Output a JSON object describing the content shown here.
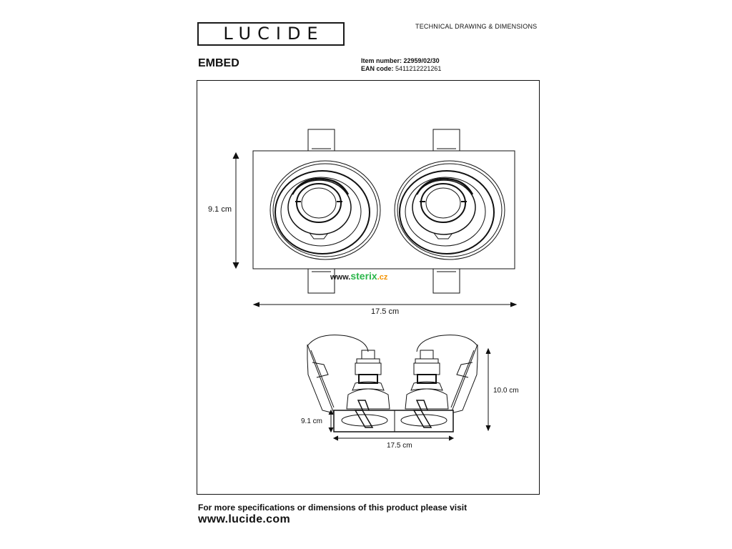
{
  "header": {
    "logo_text": "LUCIDE",
    "document_title": "TECHNICAL DRAWING & DIMENSIONS"
  },
  "product": {
    "name": "EMBED",
    "item_number_label": "Item number:",
    "item_number_value": "22959/02/30",
    "ean_label": "EAN code:",
    "ean_value": "5411212221261"
  },
  "drawing": {
    "top_view": {
      "height_label": "9.1 cm",
      "width_label": "17.5 cm"
    },
    "side_view": {
      "height_label": "9.1 cm",
      "total_height_label": "10.0 cm",
      "width_label": "17.5 cm"
    }
  },
  "watermark": {
    "prefix": "www.",
    "brand": "sterix",
    "tld": ".cz"
  },
  "footer": {
    "line1": "For more specifications or dimensions of this product please visit",
    "line2": "www.lucide.com"
  },
  "colors": {
    "line": "#111111",
    "watermark_green": "#2bb64b",
    "watermark_orange": "#f39200"
  }
}
